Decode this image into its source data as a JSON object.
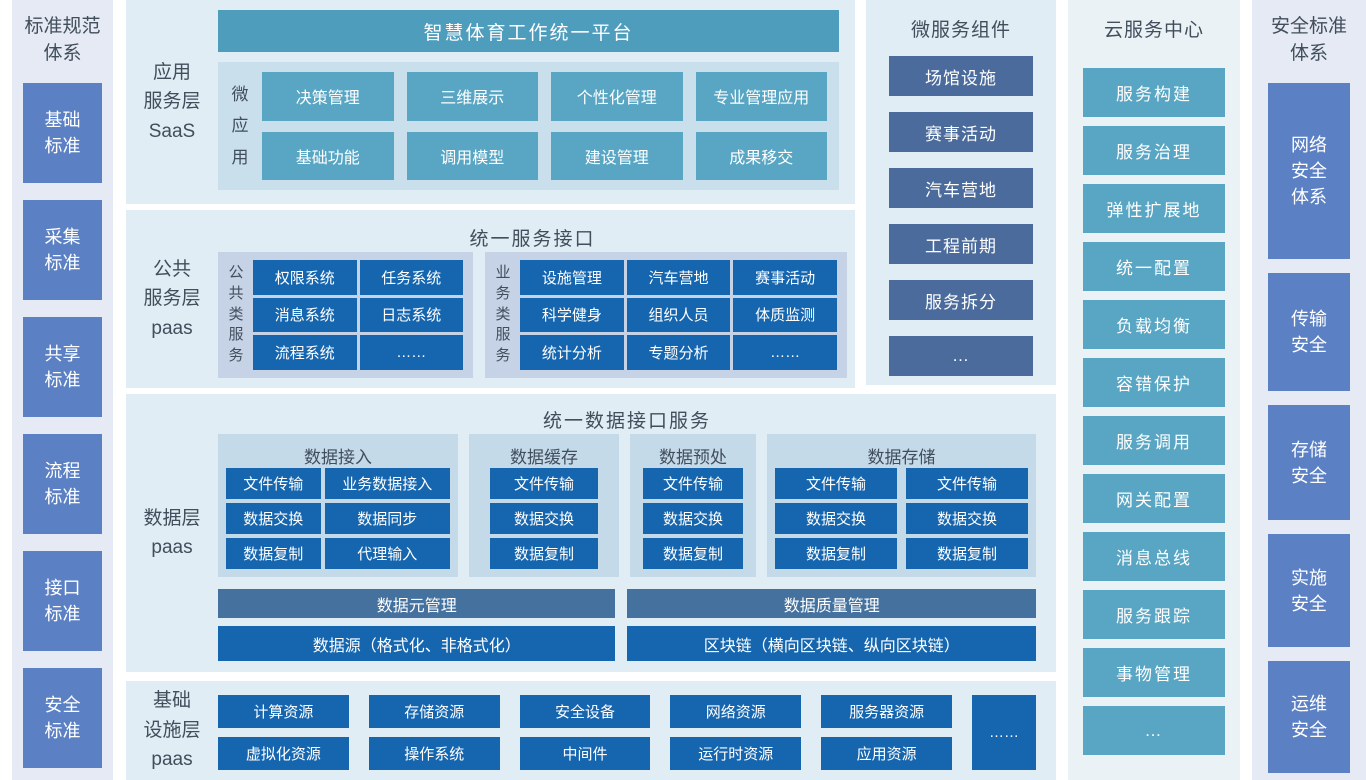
{
  "colors": {
    "page_bg": "#ffffff",
    "side_panel_bg": "#e6eaf4",
    "main_panel_bg": "#e0edf4",
    "inner_panel_blue": "#c9dfeb",
    "inner_panel_grey": "#c6d3e7",
    "banner_teal": "#4f9dbc",
    "button_teal": "#58a6c3",
    "button_blue": "#1666af",
    "bar_steel": "#45719e",
    "block_slate": "#4a6b9b",
    "block_indigo": "#5b80c3",
    "text_dark": "#414e5c"
  },
  "standards_left": {
    "title": "标准规范\n体系",
    "items": [
      "基础\n标准",
      "采集\n标准",
      "共享\n标准",
      "流程\n标准",
      "接口\n标准",
      "安全\n标准"
    ]
  },
  "app_layer": {
    "label": "应用\n服务层\nSaaS",
    "banner": "智慧体育工作统一平台",
    "micro_label": "微应用",
    "buttons": [
      "决策管理",
      "三维展示",
      "个性化管理",
      "专业管理应用",
      "基础功能",
      "调用模型",
      "建设管理",
      "成果移交"
    ]
  },
  "public_layer": {
    "label": "公共\n服务层\npaas",
    "title": "统一服务接口",
    "common": {
      "label": "公共类服务",
      "buttons": [
        "权限系统",
        "任务系统",
        "消息系统",
        "日志系统",
        "流程系统",
        "……"
      ]
    },
    "business": {
      "label": "业务类服务",
      "buttons": [
        "设施管理",
        "汽车营地",
        "赛事活动",
        "科学健身",
        "组织人员",
        "体质监测",
        "统计分析",
        "专题分析",
        "……"
      ]
    }
  },
  "data_layer": {
    "label": "数据层\npaas",
    "title": "统一数据接口服务",
    "groups": [
      {
        "title": "数据接入",
        "buttons": [
          "文件传输",
          "业务数据接入",
          "数据交换",
          "数据同步",
          "数据复制",
          "代理输入"
        ]
      },
      {
        "title": "数据缓存",
        "buttons": [
          "文件传输",
          "数据交换",
          "数据复制"
        ]
      },
      {
        "title": "数据预处",
        "buttons": [
          "文件传输",
          "数据交换",
          "数据复制"
        ]
      },
      {
        "title": "数据存储",
        "buttons": [
          "文件传输",
          "文件传输",
          "数据交换",
          "数据交换",
          "数据复制",
          "数据复制"
        ]
      }
    ],
    "meta_bar": "数据元管理",
    "quality_bar": "数据质量管理",
    "source_bar": "数据源（格式化、非格式化）",
    "chain_bar": "区块链（横向区块链、纵向区块链）"
  },
  "infra_layer": {
    "label": "基础\n设施层\npaas",
    "row1": [
      "计算资源",
      "存储资源",
      "安全设备",
      "网络资源",
      "服务器资源"
    ],
    "row2": [
      "虚拟化资源",
      "操作系统",
      "中间件",
      "运行时资源",
      "应用资源"
    ],
    "more": "……"
  },
  "microservices": {
    "title": "微服务组件",
    "items": [
      "场馆设施",
      "赛事活动",
      "汽车营地",
      "工程前期",
      "服务拆分",
      "…"
    ]
  },
  "cloud_center": {
    "title": "云服务中心",
    "items": [
      "服务构建",
      "服务治理",
      "弹性扩展地",
      "统一配置",
      "负载均衡",
      "容错保护",
      "服务调用",
      "网关配置",
      "消息总线",
      "服务跟踪",
      "事物管理",
      "…"
    ]
  },
  "standards_right": {
    "title": "安全标准\n体系",
    "items": [
      "网络\n安全\n体系",
      "传输\n安全",
      "存储\n安全",
      "实施\n安全",
      "运维\n安全"
    ]
  }
}
